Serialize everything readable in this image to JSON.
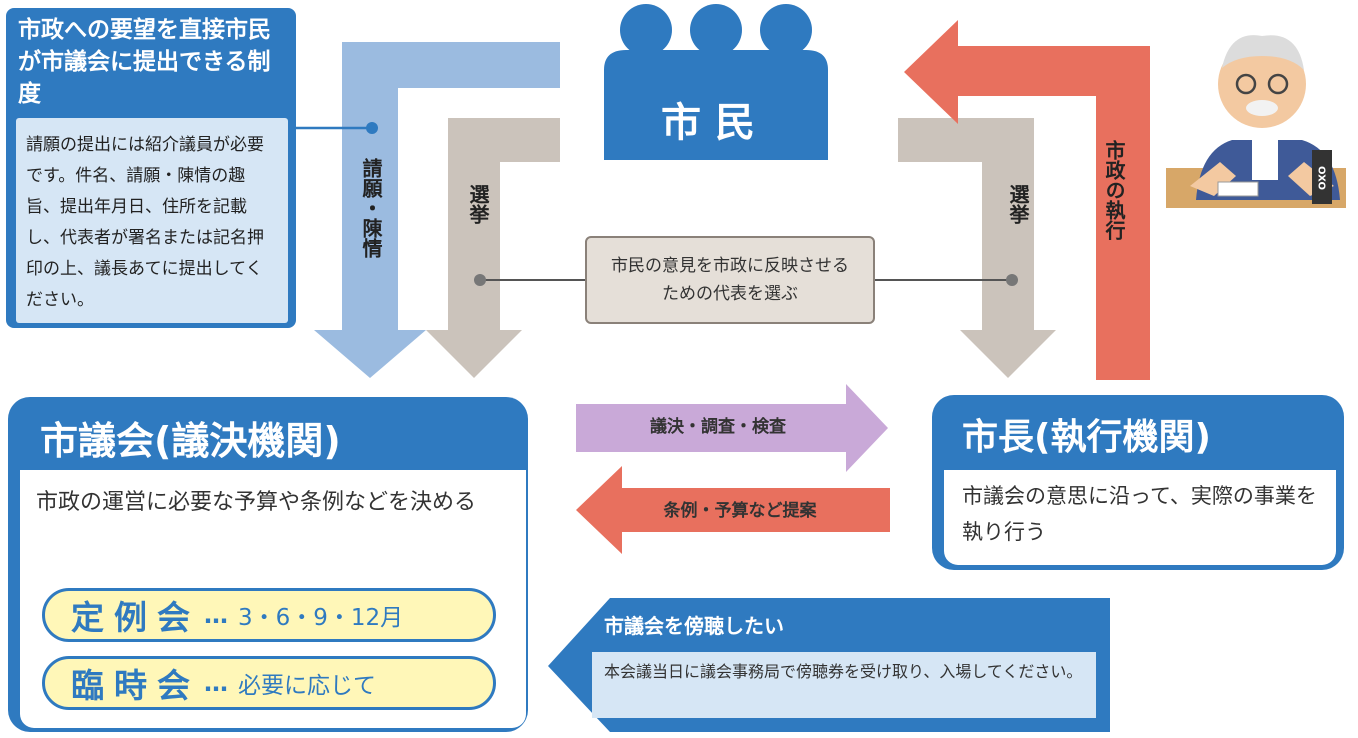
{
  "petition": {
    "title": "市政への要望を直接市民が市議会に提出できる制度",
    "body": "請願の提出には紹介議員が必要です。件名、請願・陳情の趣旨、提出年月日、住所を記載し、代表者が署名または記名押印の上、議長あてに提出してください。"
  },
  "citizens": {
    "label": "市民"
  },
  "flows": {
    "petition_label": "請願・陳情",
    "election_left": "選挙",
    "election_right": "選挙",
    "execution_label": "市政の執行",
    "representation": "市民の意見を市政に反映させるための代表を選ぶ"
  },
  "council": {
    "title": "市議会(議決機関)",
    "description": "市政の運営に必要な予算や条例などを決める",
    "regular_label": "定例会",
    "regular_dots": "…",
    "regular_value": "3・6・9・12月",
    "special_label": "臨時会",
    "special_dots": "…",
    "special_value": "必要に応じて"
  },
  "mayor": {
    "title": "市長(執行機関)",
    "description": "市議会の意思に沿って、実際の事業を執り行う",
    "nameplate": "OXO"
  },
  "arrows": {
    "council_to_mayor": "議決・調査・検査",
    "mayor_to_council": "条例・予算など提案"
  },
  "gallery": {
    "title": "市議会を傍聴したい",
    "body": "本会議当日に議会事務局で傍聴券を受け取り、入場してください。"
  },
  "colors": {
    "blue": "#2f7ac0",
    "light_blue": "#d6e6f5",
    "arrow_blue": "#9bbbe0",
    "arrow_gray": "#cbc3bb",
    "arrow_red": "#e8705e",
    "arrow_purple": "#c9a9d8",
    "pill_yellow": "#fff7b8"
  }
}
